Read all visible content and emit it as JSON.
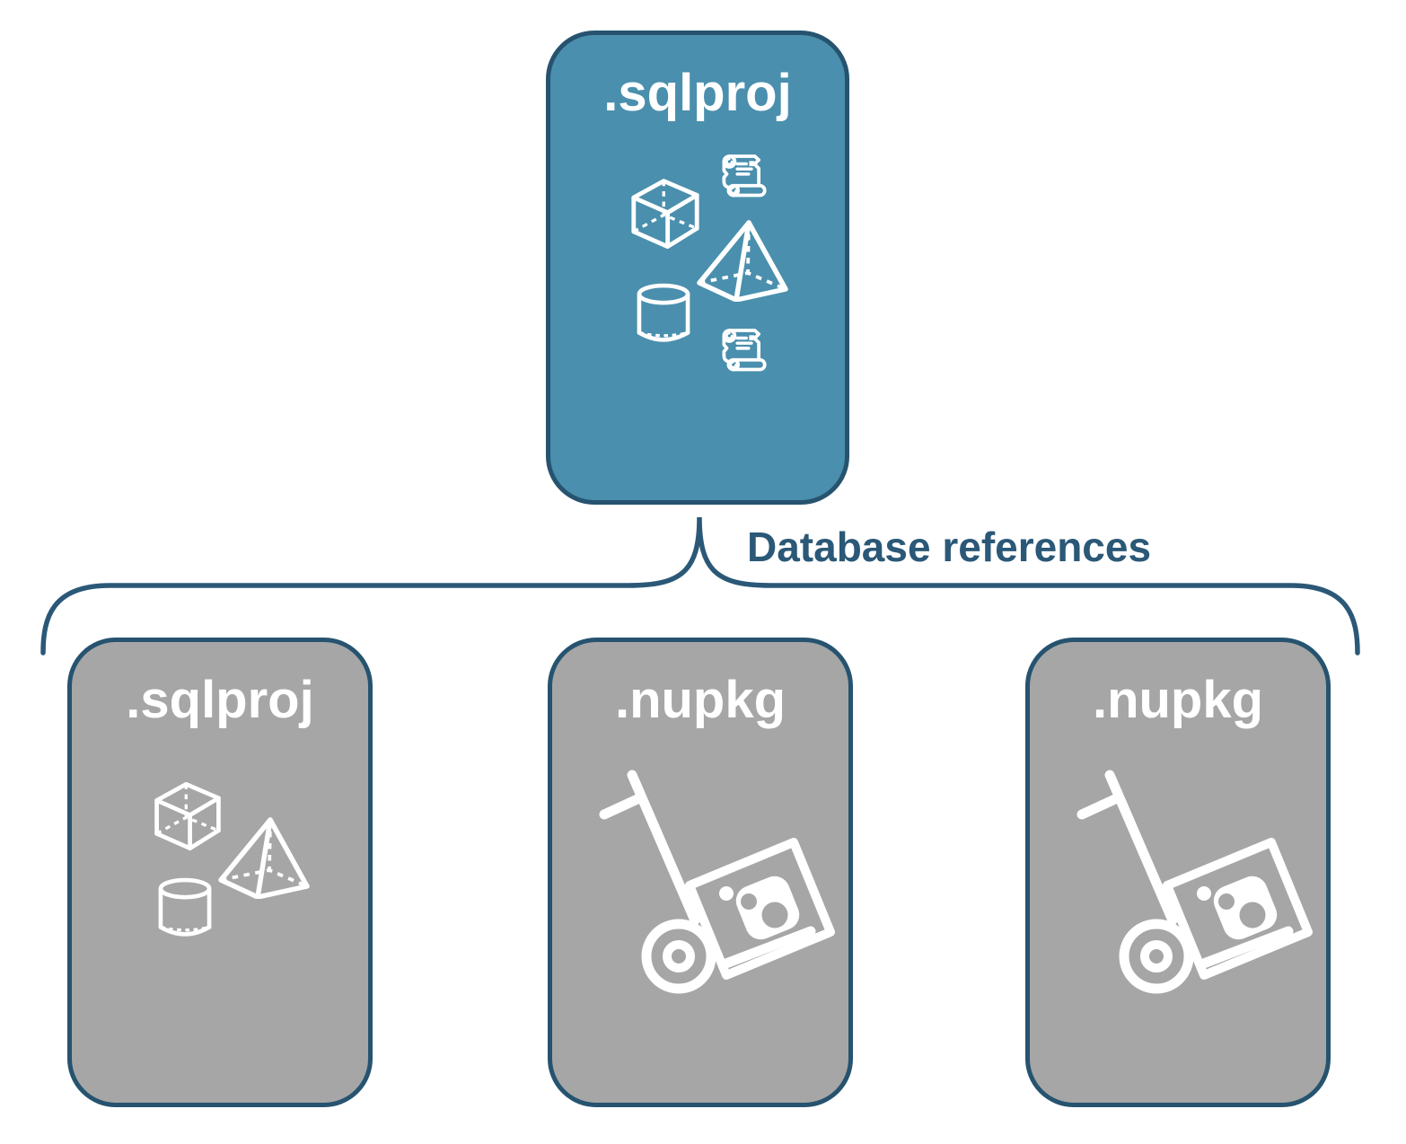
{
  "colors": {
    "root_card_fill": "#4A8FAD",
    "child_card_fill": "#A6A6A6",
    "card_border": "#26536F",
    "label_text": "#FFFFFF",
    "connector_color": "#2B5877"
  },
  "root_card": {
    "label": ".sqlproj",
    "icons": [
      "cube-icon",
      "script-scroll-icon",
      "pyramid-icon",
      "cylinder-icon",
      "script-scroll-icon"
    ]
  },
  "connector": {
    "label": "Database references"
  },
  "child_cards": [
    {
      "label": ".sqlproj",
      "icons": [
        "cube-icon",
        "pyramid-icon",
        "cylinder-icon"
      ]
    },
    {
      "label": ".nupkg",
      "icons": [
        "hand-truck-package-icon"
      ]
    },
    {
      "label": ".nupkg",
      "icons": [
        "hand-truck-package-icon"
      ]
    }
  ]
}
